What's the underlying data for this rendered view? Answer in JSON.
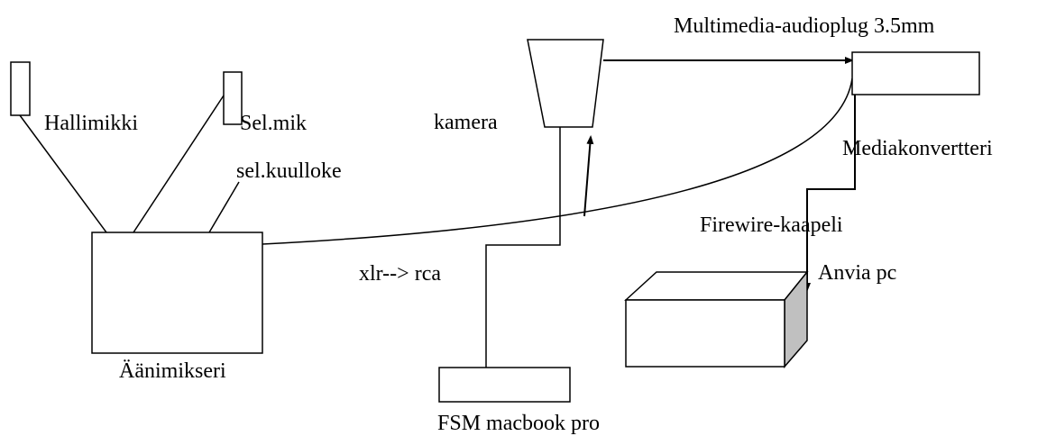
{
  "labels": {
    "hallimikki": "Hallimikki",
    "sel_mik": "Sel.mik",
    "sel_kuulloke": "sel.kuulloke",
    "aanimikseri": "Äänimikseri",
    "xlr_rca": "xlr--> rca",
    "kamera": "kamera",
    "fsm_macbook": "FSM macbook pro",
    "multimedia_audioplug": "Multimedia-audioplug 3.5mm",
    "mediakonvertteri": "Mediakonvertteri",
    "firewire": "Firewire-kaapeli",
    "anvia_pc": "Anvia pc"
  },
  "colors": {
    "stroke": "#000000",
    "pc_side": "#c0c0c0"
  }
}
